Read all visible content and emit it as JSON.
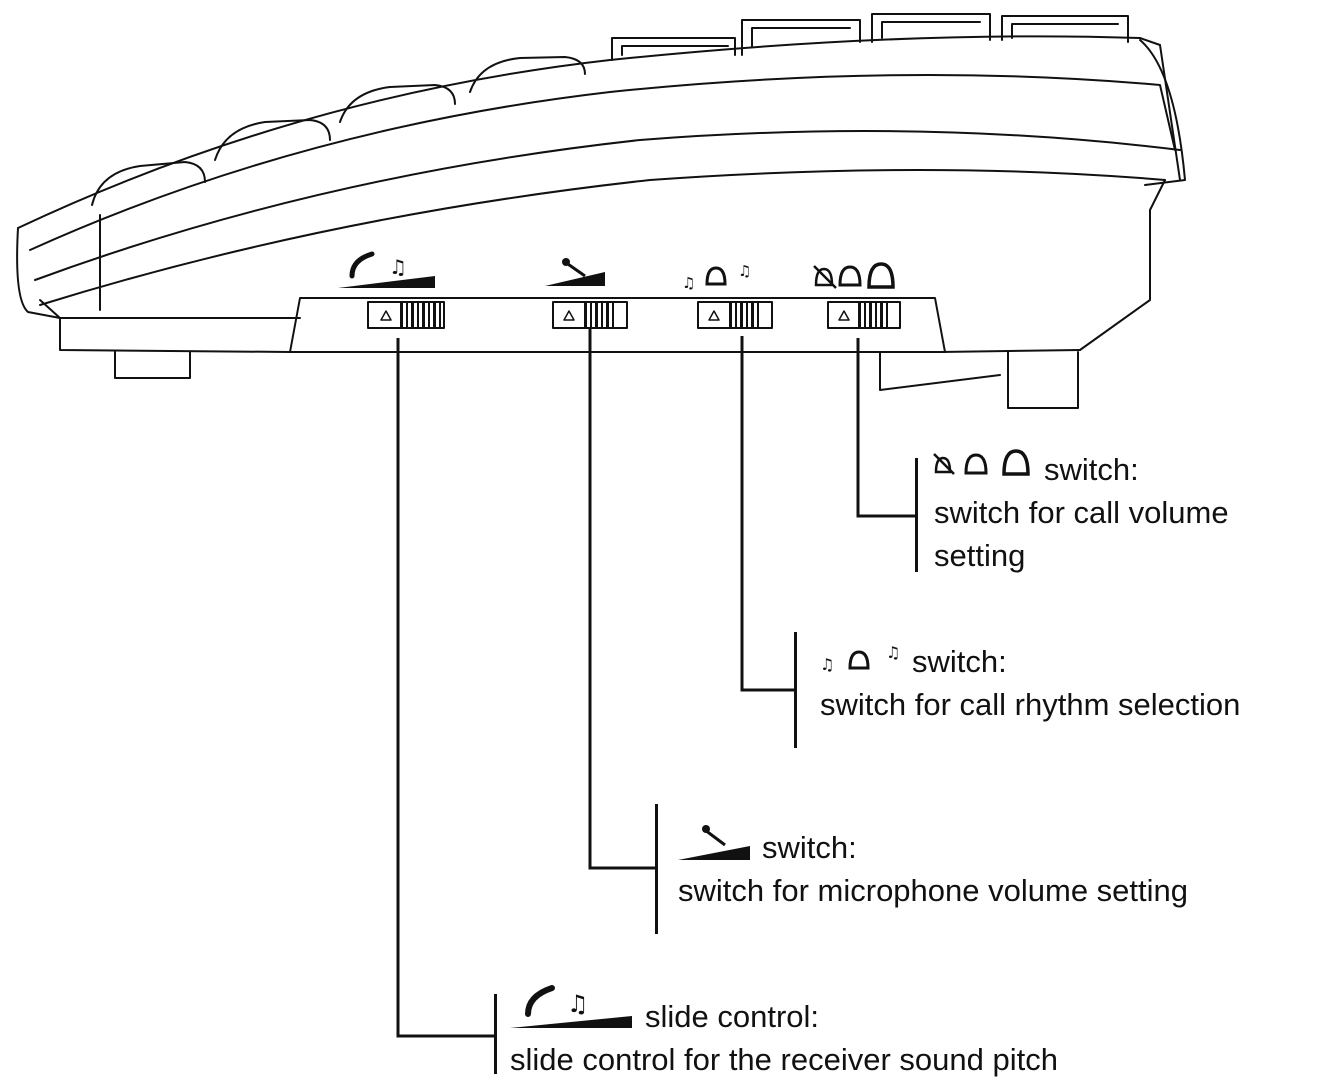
{
  "callouts": {
    "volume": {
      "suffix": "switch:",
      "description_1": "switch for call volume",
      "description_2": "setting",
      "symbol": "bell-mute-soft-loud-icons"
    },
    "rhythm": {
      "suffix": "switch:",
      "description": "switch for call rhythm selection",
      "symbol": "note-bell-note-icons"
    },
    "microphone": {
      "suffix": "switch:",
      "description": "switch for microphone volume setting",
      "symbol": "microphone-ramp-icon"
    },
    "receiver": {
      "suffix": "slide control:",
      "description": "slide control for the receiver sound pitch",
      "symbol": "receiver-note-ramp-icon"
    }
  },
  "colors": {
    "ink": "#111111",
    "paper": "#ffffff"
  }
}
